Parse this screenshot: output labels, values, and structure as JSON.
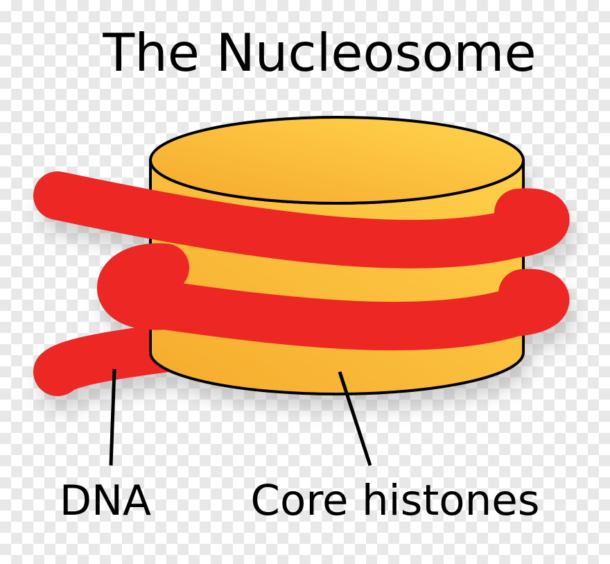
{
  "title": "The Nucleosome",
  "labels": {
    "dna": "DNA",
    "core_histones": "Core histones"
  },
  "colors": {
    "dna_red": "#ED2724",
    "histone_orange": "#F6AB2D",
    "histone_yellow": "#FFD14B",
    "outline": "#000000",
    "shadow": "#8A8A8A",
    "checker": "#E8E8E8",
    "checker_white": "#FFFFFF"
  }
}
